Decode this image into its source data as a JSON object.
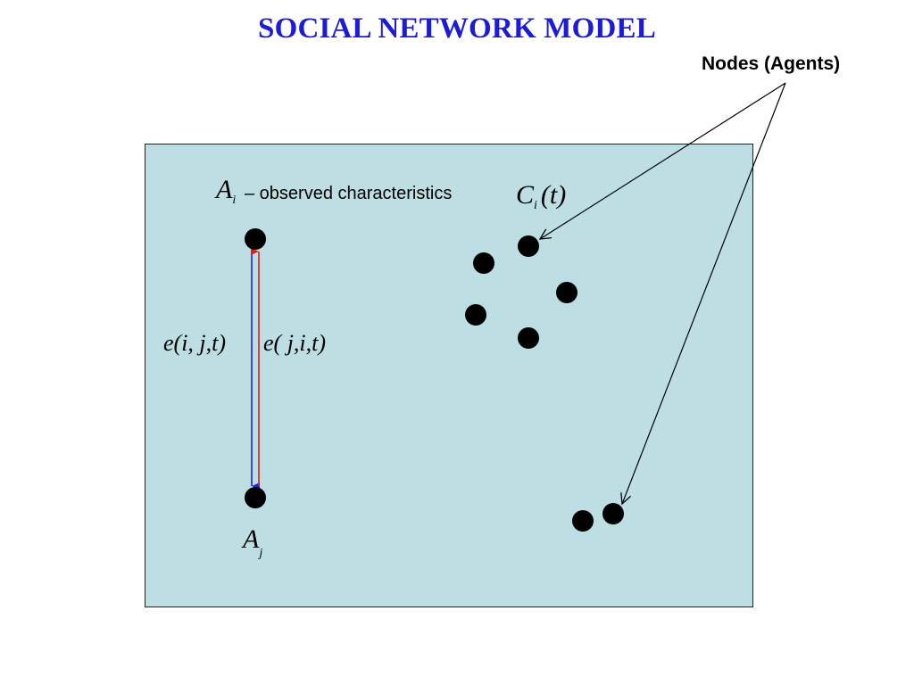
{
  "title": "SOCIAL NETWORK MODEL",
  "callout_label": "Nodes (Agents)",
  "labels": {
    "ai_var": "A",
    "ai_sub": "i",
    "observed": "– observed characteristics",
    "ci_var": "C",
    "ci_sub": "i",
    "ci_arg": "(t)",
    "aj_var": "A",
    "aj_sub": "j",
    "edge_ij": "e(i, j,t)",
    "edge_ji": "e( j,i,t)"
  },
  "colors": {
    "title": "#1c1cd6",
    "panel": "#bddfe3",
    "edge_ij": "#1f1fdc",
    "edge_ji": "#e01b1b",
    "node": "#000000"
  }
}
